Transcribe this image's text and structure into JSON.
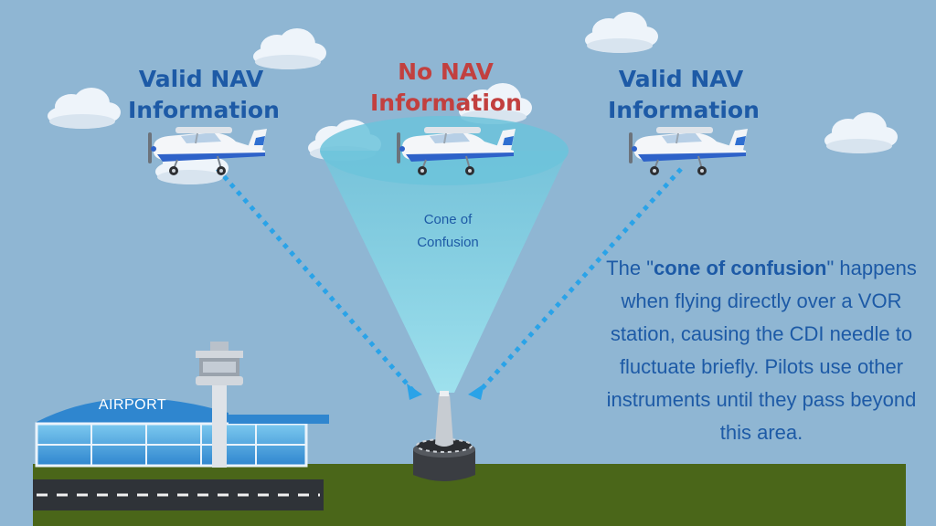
{
  "labels": {
    "left": [
      "Valid NAV",
      "Information"
    ],
    "center": [
      "No NAV",
      "Information"
    ],
    "right": [
      "Valid NAV",
      "Information"
    ]
  },
  "cone_label": [
    "Cone of",
    "Confusion"
  ],
  "explanation": {
    "prefix": "The \"",
    "highlight": "cone of confusion",
    "suffix_quote": "\"",
    "lines_after": "happens when flying directly over a VOR station, causing the CDI needle to fluctuate briefly. Pilots use other instruments until they pass beyond this area."
  },
  "airport_sign": "AIRPORT",
  "colors": {
    "sky": "#8fb6d3",
    "ground": "#4a6619",
    "label_blue": "#1d5aa6",
    "label_red": "#c2403f",
    "dotted_line": "#2aa3e8",
    "cone": "#7ed4e6"
  }
}
